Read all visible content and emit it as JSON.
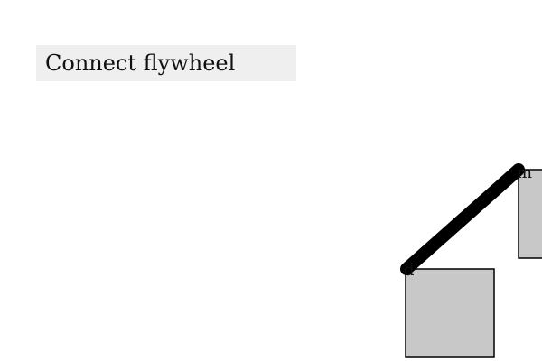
{
  "task": {
    "instruction": "Connect flywheel"
  },
  "scene": {
    "box_fill": "#c8c8c8",
    "box_stroke": "#000000",
    "link_color": "#000000",
    "nodes": [
      {
        "id": "d",
        "label": "d"
      },
      {
        "id": "m",
        "label": "m"
      }
    ],
    "connection": {
      "from": "d",
      "to": "m"
    }
  }
}
